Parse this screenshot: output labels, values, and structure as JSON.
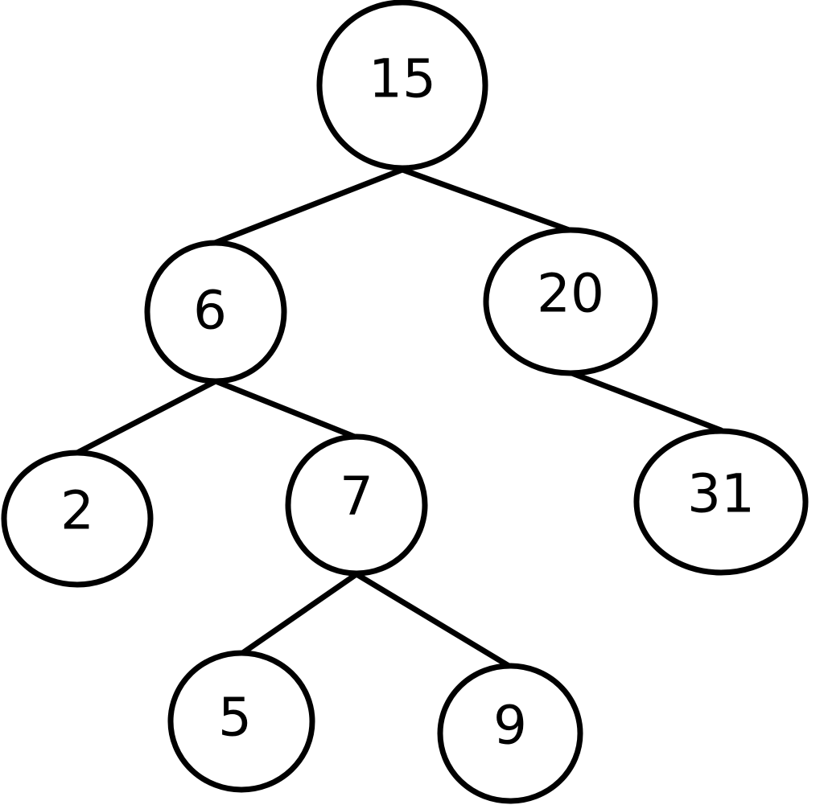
{
  "tree": {
    "nodes": [
      {
        "id": "n15",
        "label": "15"
      },
      {
        "id": "n6",
        "label": "6"
      },
      {
        "id": "n20",
        "label": "20"
      },
      {
        "id": "n2",
        "label": "2"
      },
      {
        "id": "n7",
        "label": "7"
      },
      {
        "id": "n31",
        "label": "31"
      },
      {
        "id": "n5",
        "label": "5"
      },
      {
        "id": "n9",
        "label": "9"
      }
    ],
    "edges": [
      {
        "from": "15",
        "to": "6"
      },
      {
        "from": "15",
        "to": "20"
      },
      {
        "from": "6",
        "to": "2"
      },
      {
        "from": "6",
        "to": "7"
      },
      {
        "from": "20",
        "to": "31"
      },
      {
        "from": "7",
        "to": "5"
      },
      {
        "from": "7",
        "to": "9"
      }
    ],
    "colors": {
      "stroke": "#000000",
      "fill": "#ffffff",
      "text": "#000000"
    }
  }
}
